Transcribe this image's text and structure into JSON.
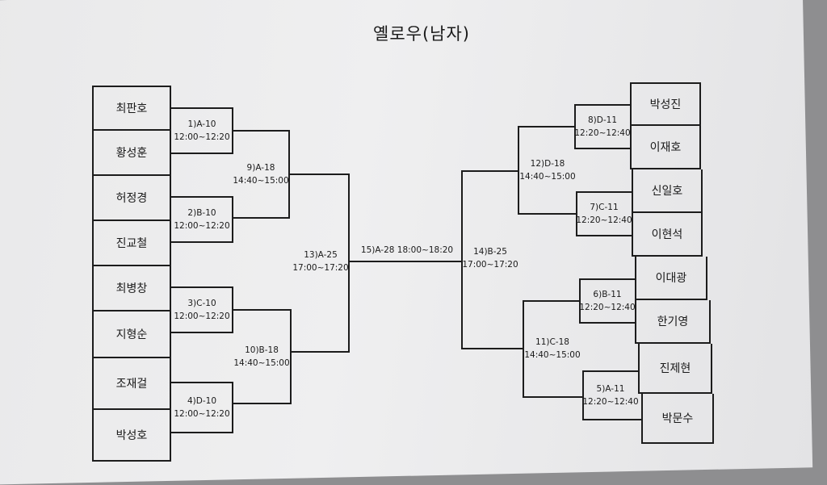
{
  "title": "옐로우(남자)",
  "colors": {
    "line": "#1c1c1c",
    "paper": "#ececed",
    "background": "#8e8e90"
  },
  "left_players": [
    "최판호",
    "황성훈",
    "허정경",
    "진교철",
    "최병창",
    "지형순",
    "조재걸",
    "박성호"
  ],
  "right_players": [
    "박성진",
    "이재호",
    "신일호",
    "이현석",
    "이대광",
    "한기영",
    "진제현",
    "박문수"
  ],
  "matches": [
    {
      "id": "m1",
      "code": "1)A-10",
      "time": "12:00~12:20"
    },
    {
      "id": "m2",
      "code": "2)B-10",
      "time": "12:00~12:20"
    },
    {
      "id": "m3",
      "code": "3)C-10",
      "time": "12:00~12:20"
    },
    {
      "id": "m4",
      "code": "4)D-10",
      "time": "12:00~12:20"
    },
    {
      "id": "m5",
      "code": "5)A-11",
      "time": "12:20~12:40"
    },
    {
      "id": "m6",
      "code": "6)B-11",
      "time": "12:20~12:40"
    },
    {
      "id": "m7",
      "code": "7)C-11",
      "time": "12:20~12:40"
    },
    {
      "id": "m8",
      "code": "8)D-11",
      "time": "12:20~12:40"
    },
    {
      "id": "m9",
      "code": "9)A-18",
      "time": "14:40~15:00"
    },
    {
      "id": "m10",
      "code": "10)B-18",
      "time": "14:40~15:00"
    },
    {
      "id": "m11",
      "code": "11)C-18",
      "time": "14:40~15:00"
    },
    {
      "id": "m12",
      "code": "12)D-18",
      "time": "14:40~15:00"
    },
    {
      "id": "m13",
      "code": "13)A-25",
      "time": "17:00~17:20"
    },
    {
      "id": "m14",
      "code": "14)B-25",
      "time": "17:00~17:20"
    },
    {
      "id": "m15",
      "code": "15)A-28 18:00~18:20",
      "time": ""
    }
  ]
}
